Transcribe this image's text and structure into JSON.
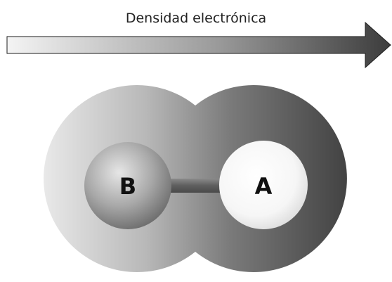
{
  "arrow": {
    "label": "Densidad electrónica"
  },
  "atoms": {
    "left": {
      "label": "B"
    },
    "right": {
      "label": "A"
    }
  },
  "colors": {
    "background": "#ffffff",
    "gradient_light": "#f2f2f2",
    "gradient_dark": "#3a3a3a",
    "bond": "#6b6b6b",
    "atom_b": "#a9a9a9",
    "atom_a": "#ffffff"
  }
}
